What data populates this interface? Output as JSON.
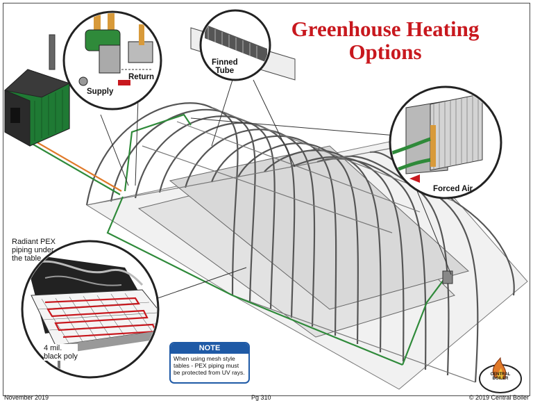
{
  "diagram": {
    "title_line1": "Greenhouse Heating",
    "title_line2": "Options",
    "labels": {
      "supply": "Supply",
      "return": "Return",
      "finned_tube_line1": "Finned",
      "finned_tube_line2": "Tube",
      "forced_air": "Forced Air",
      "radiant_line1": "Radiant PEX",
      "radiant_line2": "piping under",
      "radiant_line3": "the table",
      "poly_line1": "4 mil.",
      "poly_line2": "black poly"
    },
    "note": {
      "heading": "NOTE",
      "line1": "When using mesh style",
      "line2": "tables - PEX piping must",
      "line3": "be protected from UV rays."
    },
    "logo_text": "CENTRAL BOILER",
    "footer": {
      "left": "November 2019",
      "center": "Pg 310",
      "right": "© 2019 Central Boiler"
    },
    "colors": {
      "title": "#c8181e",
      "note_blue": "#1f5aa6",
      "pipe_green": "#2f8a3a",
      "pipe_orange": "#e07a2a",
      "boiler_green": "#1f7a34"
    }
  }
}
